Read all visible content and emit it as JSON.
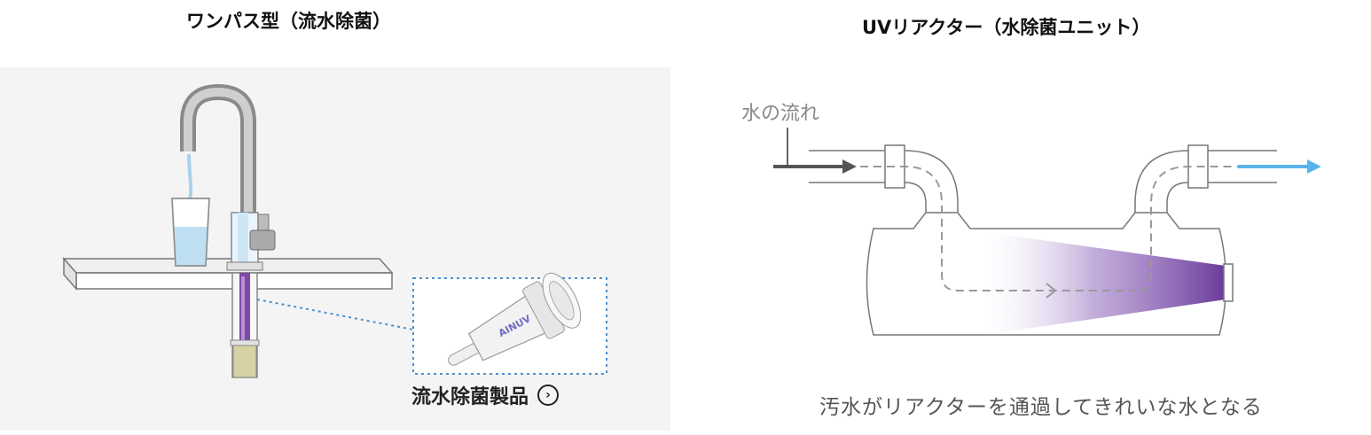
{
  "left": {
    "title": "ワンパス型（流水除菌）",
    "product_caption": "流水除菌製品",
    "product_logo": "AINUV",
    "caption_icon": "circle-chevron-right-icon"
  },
  "right": {
    "title": "UVリアクター（水除菌ユニット）",
    "flow_label": "水の流れ",
    "caption": "汚水がリアクターを通過してきれいな水となる"
  },
  "colors": {
    "panel_bg": "#f4f4f4",
    "water": "#bfe0f3",
    "uv_purple": "#6b3a9a",
    "outflow_arrow": "#5ab4ea",
    "inflow_arrow": "#555555",
    "dotted_callout": "#4a90d0"
  }
}
